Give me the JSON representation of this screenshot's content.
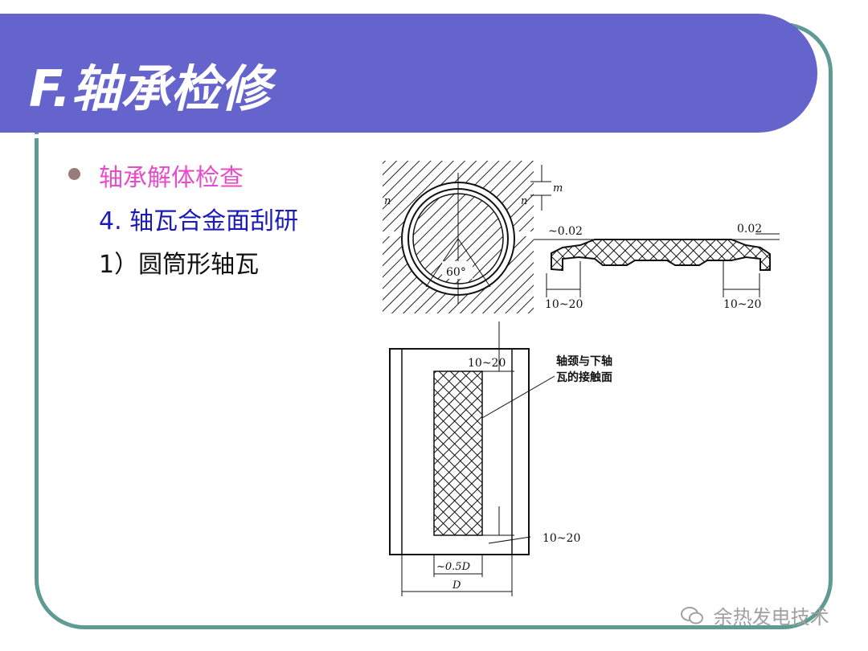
{
  "slide": {
    "title": "F.轴承检修",
    "bullet": "轴承解体检查",
    "sub1": "4. 轴瓦合金面刮研",
    "sub2": "1）圆筒形轴瓦"
  },
  "figure": {
    "label_n_left": "n",
    "label_n_right": "n",
    "label_m": "m",
    "label_angle": "60°",
    "label_002_left": "~0.02",
    "label_002_right": "0.02",
    "label_1020_a": "10~20",
    "label_1020_b": "10~20",
    "label_1020_c": "10~20",
    "label_1020_d": "10~20",
    "label_contact_1": "轴颈与下轴",
    "label_contact_2": "瓦的接触面",
    "label_half_d": "~0.5D",
    "label_d": "D"
  },
  "watermark": {
    "text": "余热发电技术"
  },
  "colors": {
    "header": "#6464cc",
    "frame": "#5f9b95",
    "bullet_text": "#e74cc9",
    "sub_text": "#1a1ab8"
  }
}
